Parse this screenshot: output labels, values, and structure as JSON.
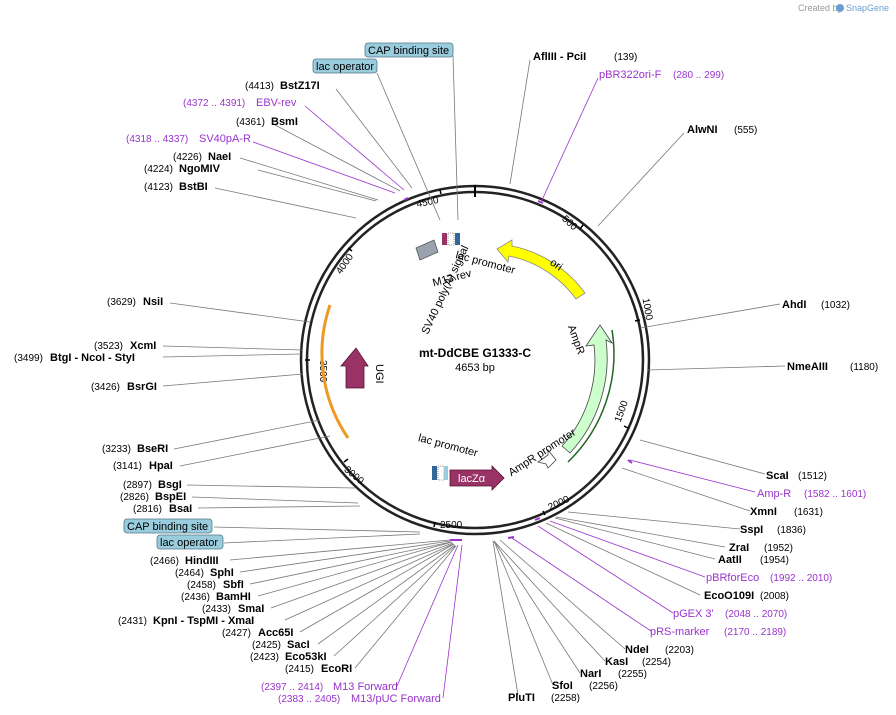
{
  "credit": {
    "text": "Created by",
    "brand": "SnapGene"
  },
  "plasmid": {
    "name": "mt-DdCBE G1333-C",
    "size": "4653 bp"
  },
  "ticks": [
    "500",
    "1000",
    "1500",
    "2000",
    "2500",
    "3000",
    "3500",
    "4000",
    "4500"
  ],
  "boxed_labels": {
    "cap1": "CAP binding site",
    "lacop1": "lac operator",
    "cap2": "CAP binding site",
    "lacop2": "lac operator"
  },
  "features": {
    "ori": "ori",
    "ampr": "AmpR",
    "ampr_promoter": "AmpR promoter",
    "lacza": "lacZα",
    "lac_promoter_bottom": "lac promoter",
    "ugi": "UGI",
    "sv40": "SV40 poly(A) signal",
    "lac_promoter_top": "lac promoter",
    "m13rev": "M13 rev"
  },
  "sites_left": [
    {
      "pos": "(4413)",
      "name": "BstZ17I"
    },
    {
      "pos": "(4361)",
      "name": "BsmI"
    },
    {
      "pos": "(4226)",
      "name": "NaeI"
    },
    {
      "pos": "(4224)",
      "name": "NgoMIV"
    },
    {
      "pos": "(4123)",
      "name": "BstBI"
    },
    {
      "pos": "(3629)",
      "name": "NsiI"
    },
    {
      "pos": "(3523)",
      "name": "XcmI"
    },
    {
      "pos": "(3499)",
      "name": "BtgI  - NcoI  - StyI"
    },
    {
      "pos": "(3426)",
      "name": "BsrGI"
    },
    {
      "pos": "(3233)",
      "name": "BseRI"
    },
    {
      "pos": "(3141)",
      "name": "HpaI"
    },
    {
      "pos": "(2897)",
      "name": "BsgI"
    },
    {
      "pos": "(2826)",
      "name": "BspEI"
    },
    {
      "pos": "(2816)",
      "name": "BsaI"
    },
    {
      "pos": "(2466)",
      "name": "HindIII"
    },
    {
      "pos": "(2464)",
      "name": "SphI"
    },
    {
      "pos": "(2458)",
      "name": "SbfI"
    },
    {
      "pos": "(2436)",
      "name": "BamHI"
    },
    {
      "pos": "(2433)",
      "name": "SmaI"
    },
    {
      "pos": "(2431)",
      "name": "KpnI  - TspMI  - XmaI"
    },
    {
      "pos": "(2427)",
      "name": "Acc65I"
    },
    {
      "pos": "(2425)",
      "name": "SacI"
    },
    {
      "pos": "(2423)",
      "name": "Eco53kI"
    },
    {
      "pos": "(2415)",
      "name": "EcoRI"
    }
  ],
  "features_left": [
    {
      "range": "(4372 .. 4391)",
      "name": "EBV-rev"
    },
    {
      "range": "(4318 .. 4337)",
      "name": "SV40pA-R"
    },
    {
      "range": "(2397 .. 2414)",
      "name": "M13 Forward"
    },
    {
      "range": "(2383 .. 2405)",
      "name": "M13/pUC Forward"
    }
  ],
  "sites_right": [
    {
      "name": "AflIII  - PciI",
      "pos": "(139)"
    },
    {
      "name": "AlwNI",
      "pos": "(555)"
    },
    {
      "name": "AhdI",
      "pos": "(1032)"
    },
    {
      "name": "NmeAIII",
      "pos": "(1180)"
    },
    {
      "name": "ScaI",
      "pos": "(1512)"
    },
    {
      "name": "XmnI",
      "pos": "(1631)"
    },
    {
      "name": "SspI",
      "pos": "(1836)"
    },
    {
      "name": "ZraI",
      "pos": "(1952)"
    },
    {
      "name": "AatII",
      "pos": "(1954)"
    },
    {
      "name": "EcoO109I",
      "pos": "(2008)"
    },
    {
      "name": "NdeI",
      "pos": "(2203)"
    },
    {
      "name": "KasI",
      "pos": "(2254)"
    },
    {
      "name": "NarI",
      "pos": "(2255)"
    },
    {
      "name": "SfoI",
      "pos": "(2256)"
    },
    {
      "name": "PluTI",
      "pos": "(2258)"
    }
  ],
  "features_right": [
    {
      "name": "pBR322ori-F",
      "range": "(280 .. 299)"
    },
    {
      "name": "Amp-R",
      "range": "(1582 .. 1601)"
    },
    {
      "name": "pBRforEco",
      "range": "(1992 .. 2010)"
    },
    {
      "name": "pGEX 3'",
      "range": "(2048 .. 2070)"
    },
    {
      "name": "pRS-marker",
      "range": "(2170 .. 2189)"
    }
  ],
  "colors": {
    "ori": "#ffff00",
    "ampr": "#ccffcc",
    "lacza": "#993366",
    "ugi": "#993366",
    "lacbox": "#99ccdd",
    "primer": "#9933cc",
    "lacprom": "#ffffff"
  }
}
